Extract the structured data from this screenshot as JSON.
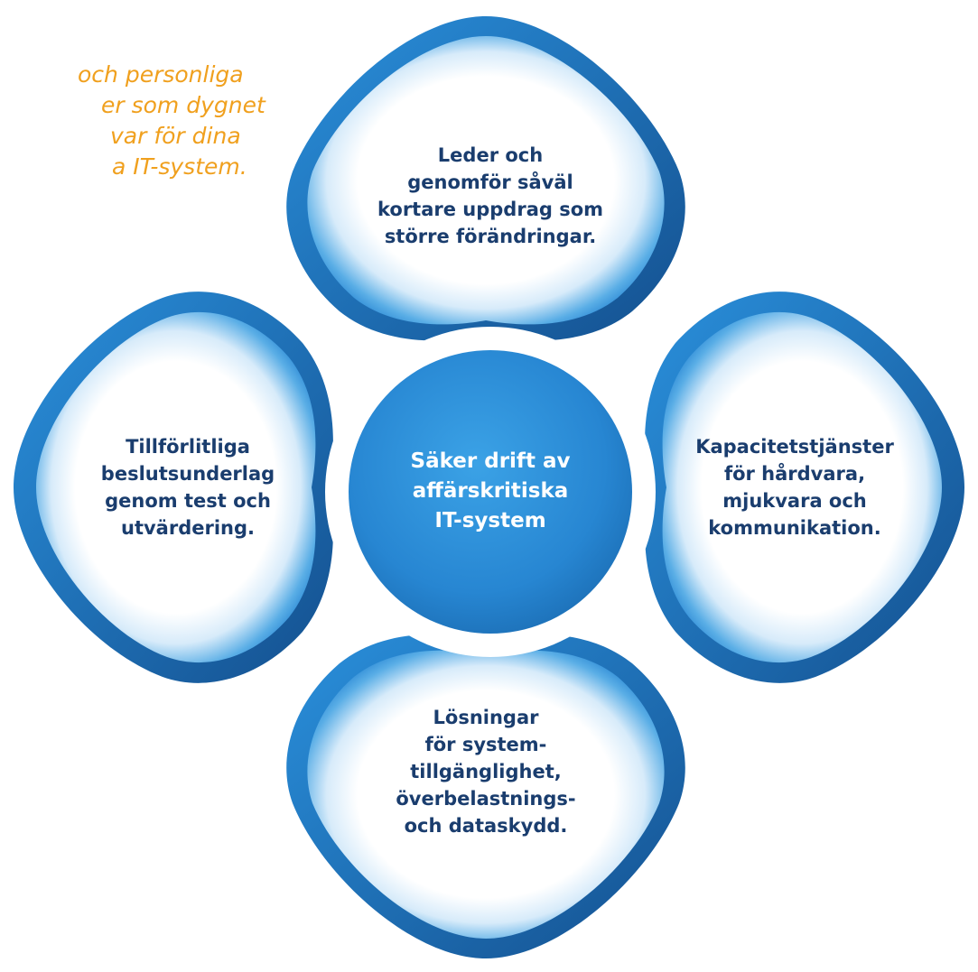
{
  "intro": {
    "lines": [
      "och personliga",
      "er som dygnet",
      "var för dina",
      "a IT-system."
    ]
  },
  "hub": {
    "lines": [
      "Säker drift av",
      "affärskritiska",
      "IT-system"
    ]
  },
  "petals": {
    "top": {
      "lines": [
        "Leder och",
        "genomför såväl",
        "kortare uppdrag som",
        "större förändringar."
      ]
    },
    "left": {
      "lines": [
        "Tillförlitliga",
        "beslutsunderlag",
        "genom test och",
        "utvärdering."
      ]
    },
    "right": {
      "lines": [
        "Kapacitetstjänster",
        "för hårdvara,",
        "mjukvara och",
        "kommunikation."
      ]
    },
    "bottom": {
      "lines": [
        "Lösningar",
        "för system-",
        "tillgänglighet,",
        "överbelastnings-",
        "och dataskydd."
      ]
    }
  },
  "colors": {
    "intro_text": "#f0a01e",
    "petal_text": "#1a3d6e",
    "petal_blue": "#1f7fd0",
    "petal_dark": "#14508f",
    "hub_light": "#3ba2e6",
    "hub_dark": "#1c6fb6",
    "hub_text": "#ffffff"
  }
}
